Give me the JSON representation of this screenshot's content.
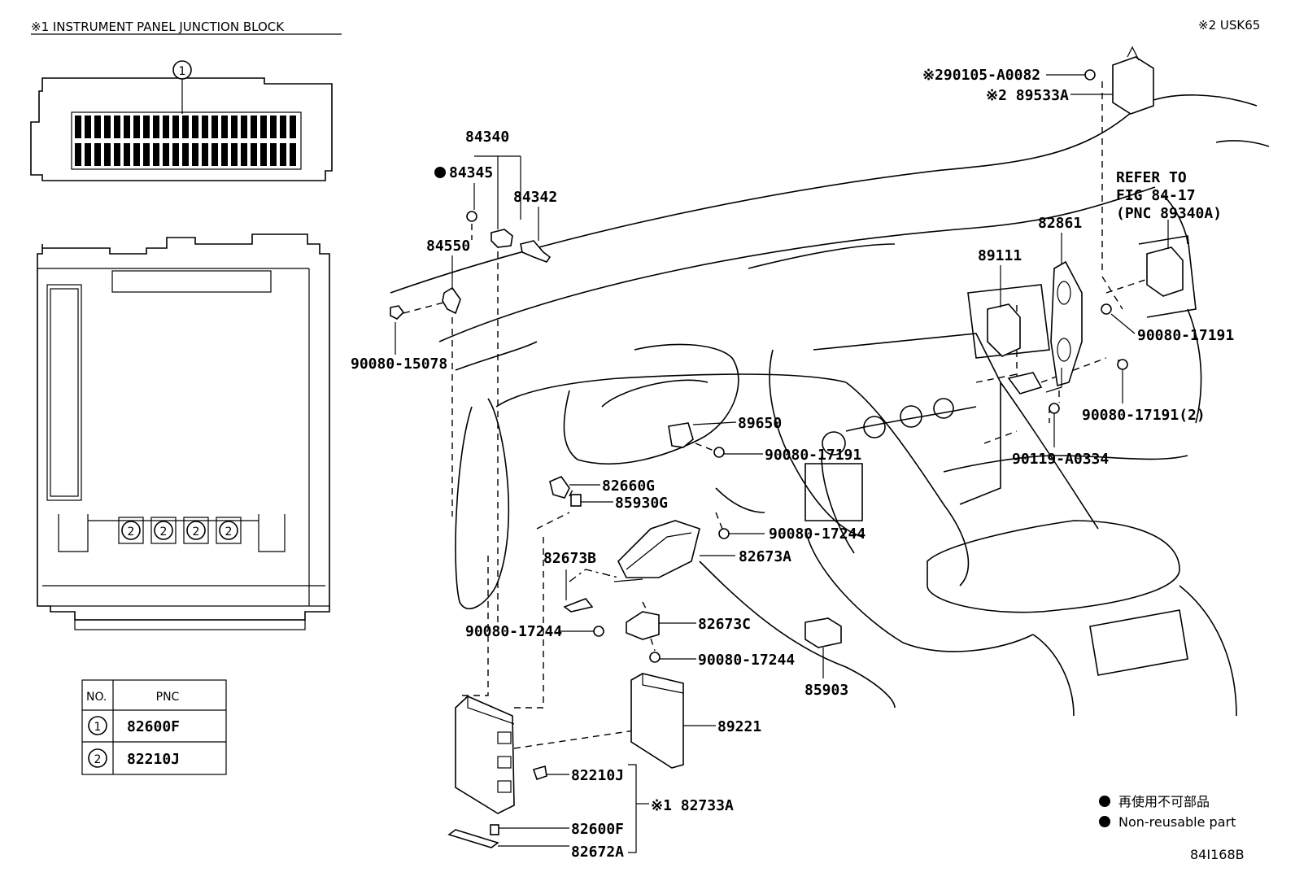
{
  "header": {
    "junction_block_title": "※1 INSTRUMENT PANEL JUNCTION BLOCK",
    "model_note": "※2 USK65"
  },
  "callouts": {
    "one": "1",
    "two": "2"
  },
  "pnc_table": {
    "col_no": "NO.",
    "col_pnc": "PNC",
    "rows": [
      {
        "no": "1",
        "pnc": "82600F"
      },
      {
        "no": "2",
        "pnc": "82210J"
      }
    ]
  },
  "parts": {
    "p84340": "84340",
    "p84345": "84345",
    "p84342": "84342",
    "p84550": "84550",
    "p90080_15078": "90080-15078",
    "p89650": "89650",
    "p90080_17191_a": "90080-17191",
    "p82660G": "82660G",
    "p85930G": "85930G",
    "p90080_17244_a": "90080-17244",
    "p82673A": "82673A",
    "p82673B": "82673B",
    "p90080_17244_b": "90080-17244",
    "p82673C": "82673C",
    "p90080_17244_c": "90080-17244",
    "p85903": "85903",
    "p89221": "89221",
    "p82210J": "82210J",
    "p82733A": "※1 82733A",
    "p82600F": "82600F",
    "p82672A": "82672A",
    "p90105": "※290105-A0082",
    "p89533A": "※2 89533A",
    "refer1": "REFER TO",
    "refer2": "FIG 84-17",
    "refer3": "(PNC 89340A)",
    "p82861": "82861",
    "p89111": "89111",
    "p90080_17191_b": "90080-17191",
    "p90080_17191_2": "90080-17191(2)",
    "p90119": "90119-A0334"
  },
  "legend": {
    "jp": "再使用不可部品",
    "en": "Non-reusable part"
  },
  "figure_id": "84I168B"
}
